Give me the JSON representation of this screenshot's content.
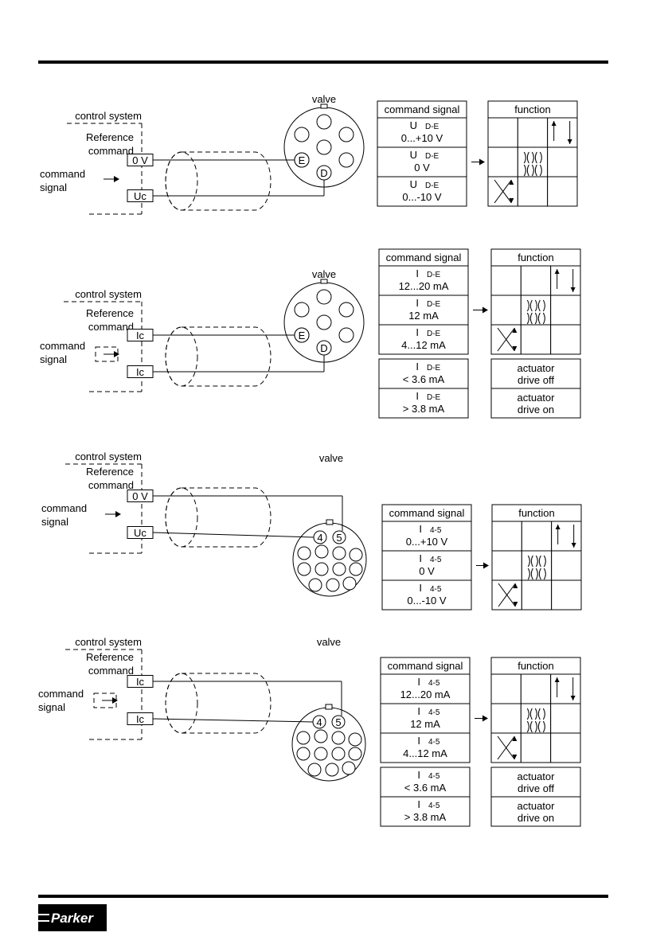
{
  "labels": {
    "control_system": "control system",
    "reference": "Reference",
    "command": "command",
    "command_signal_l1": "command",
    "command_signal_l2": "signal",
    "valve": "valve",
    "table_command_header": "command signal",
    "table_function_header": "function",
    "actuator_off_l1": "actuator",
    "actuator_off_l2": "drive off",
    "actuator_on_l1": "actuator",
    "actuator_on_l2": "drive on"
  },
  "diagrams": [
    {
      "id": "d1",
      "terminals": [
        "0 V",
        "Uc"
      ],
      "pins": [
        "E",
        "D"
      ],
      "rows": [
        {
          "sym": "U",
          "sub": "D-E",
          "val": "0...+10 V"
        },
        {
          "sym": "U",
          "sub": "D-E",
          "val": "0 V"
        },
        {
          "sym": "U",
          "sub": "D-E",
          "val": "0...-10 V"
        }
      ]
    },
    {
      "id": "d2",
      "terminals": [
        "Ic",
        "Ic"
      ],
      "pins": [
        "E",
        "D"
      ],
      "rows": [
        {
          "sym": "I",
          "sub": "D-E",
          "val": "12...20 mA"
        },
        {
          "sym": "I",
          "sub": "D-E",
          "val": "12 mA"
        },
        {
          "sym": "I",
          "sub": "D-E",
          "val": "4...12 mA"
        }
      ],
      "extra": [
        {
          "sym": "I",
          "sub": "D-E",
          "val": "< 3.6 mA"
        },
        {
          "sym": "I",
          "sub": "D-E",
          "val": "> 3.8 mA"
        }
      ]
    },
    {
      "id": "d3",
      "terminals": [
        "0 V",
        "Uc"
      ],
      "pins": [
        "4",
        "5"
      ],
      "rows": [
        {
          "sym": "I",
          "sub": "4-5",
          "val": "0...+10 V"
        },
        {
          "sym": "I",
          "sub": "4-5",
          "val": "0 V"
        },
        {
          "sym": "I",
          "sub": "4-5",
          "val": "0...-10 V"
        }
      ]
    },
    {
      "id": "d4",
      "terminals": [
        "Ic",
        "Ic"
      ],
      "pins": [
        "4",
        "5"
      ],
      "rows": [
        {
          "sym": "I",
          "sub": "4-5",
          "val": "12...20 mA"
        },
        {
          "sym": "I",
          "sub": "4-5",
          "val": "12 mA"
        },
        {
          "sym": "I",
          "sub": "4-5",
          "val": "4...12 mA"
        }
      ],
      "extra": [
        {
          "sym": "I",
          "sub": "4-5",
          "val": "< 3.6 mA"
        },
        {
          "sym": "I",
          "sub": "4-5",
          "val": "> 3.8 mA"
        }
      ]
    }
  ],
  "logo": {
    "text": "Parker"
  }
}
